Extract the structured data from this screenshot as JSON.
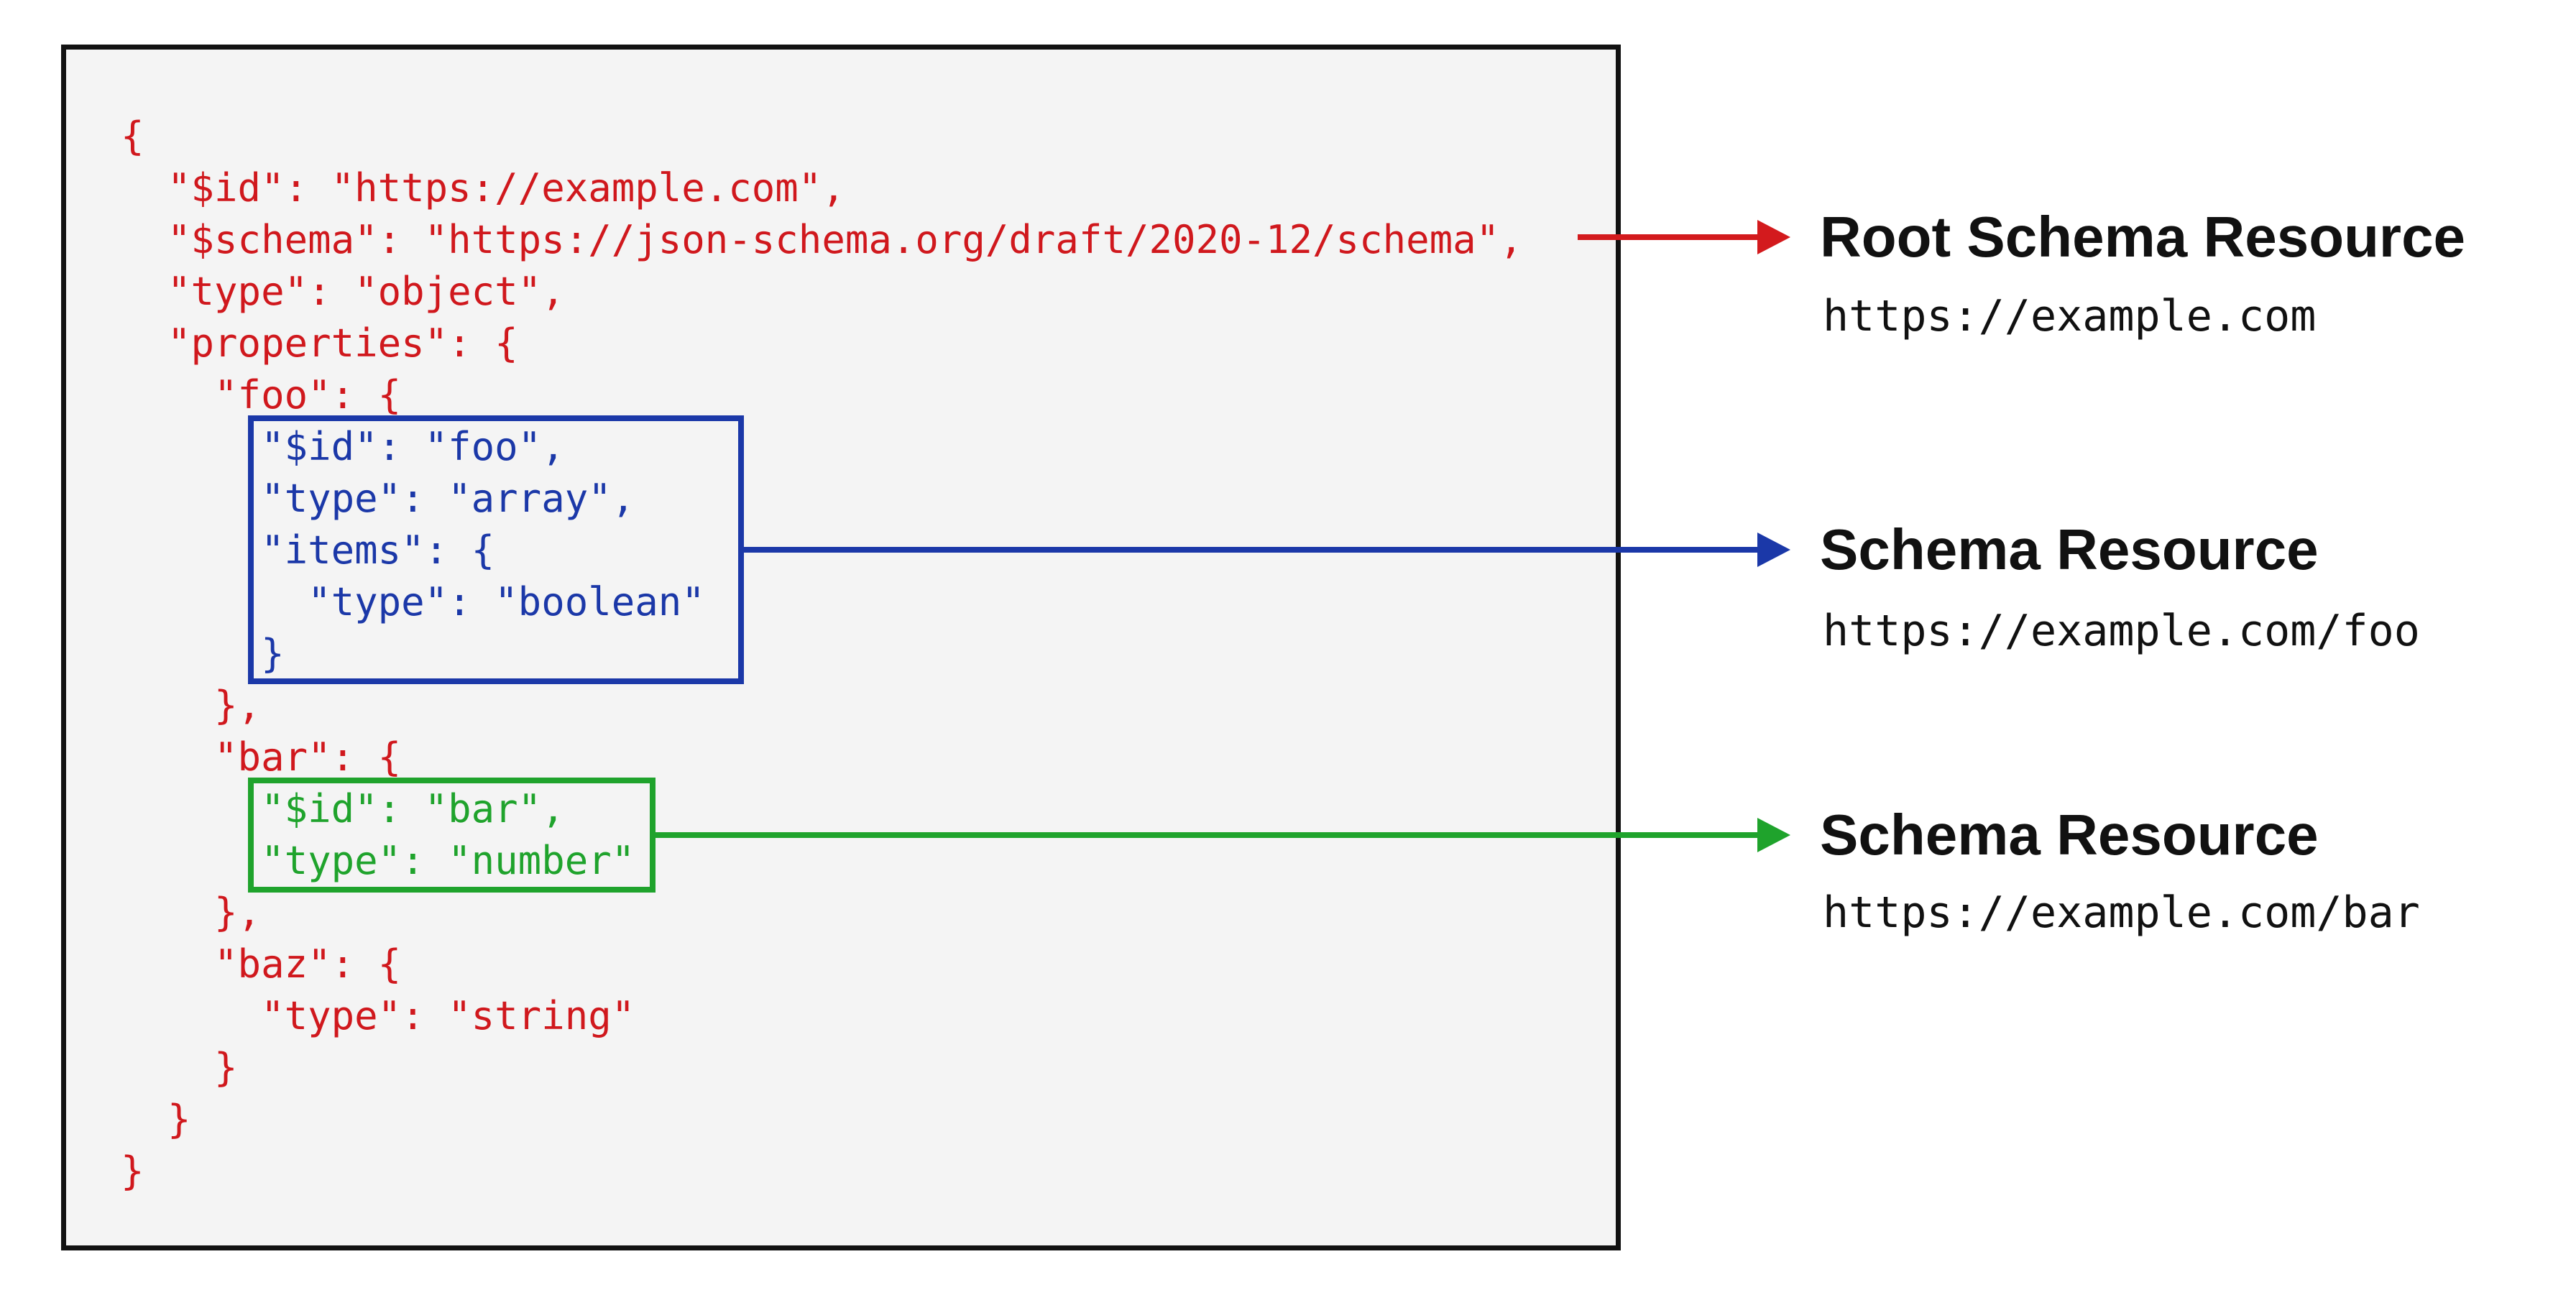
{
  "diagram": {
    "colors": {
      "root_schema_accent": "#d31a1d",
      "foo_schema_accent": "#1b38a8",
      "bar_schema_accent": "#1fa32c",
      "outer_box_border": "#121212",
      "outer_box_background": "#f4f4f4",
      "label_text": "#111111"
    },
    "code": {
      "lines": [
        {
          "text": "{",
          "color": "red"
        },
        {
          "text": "  \"$id\": \"https://example.com\",",
          "color": "red"
        },
        {
          "text": "  \"$schema\": \"https://json-schema.org/draft/2020-12/schema\",",
          "color": "red"
        },
        {
          "text": "  \"type\": \"object\",",
          "color": "red"
        },
        {
          "text": "  \"properties\": {",
          "color": "red"
        },
        {
          "text": "    \"foo\": {",
          "color": "red"
        },
        {
          "text": "      \"$id\": \"foo\",",
          "color": "blue"
        },
        {
          "text": "      \"type\": \"array\",",
          "color": "blue"
        },
        {
          "text": "      \"items\": {",
          "color": "blue"
        },
        {
          "text": "        \"type\": \"boolean\"",
          "color": "blue"
        },
        {
          "text": "      }",
          "color": "blue"
        },
        {
          "text": "    },",
          "color": "red"
        },
        {
          "text": "    \"bar\": {",
          "color": "red"
        },
        {
          "text": "      \"$id\": \"bar\",",
          "color": "green"
        },
        {
          "text": "      \"type\": \"number\"",
          "color": "green"
        },
        {
          "text": "    },",
          "color": "red"
        },
        {
          "text": "    \"baz\": {",
          "color": "red"
        },
        {
          "text": "      \"type\": \"string\"",
          "color": "red"
        },
        {
          "text": "    }",
          "color": "red"
        },
        {
          "text": "  }",
          "color": "red"
        },
        {
          "text": "}",
          "color": "red"
        }
      ]
    },
    "annotations": [
      {
        "title": "Root Schema Resource",
        "url": "https://example.com",
        "arrow_color": "red"
      },
      {
        "title": "Schema Resource",
        "url": "https://example.com/foo",
        "arrow_color": "blue"
      },
      {
        "title": "Schema Resource",
        "url": "https://example.com/bar",
        "arrow_color": "green"
      }
    ]
  }
}
